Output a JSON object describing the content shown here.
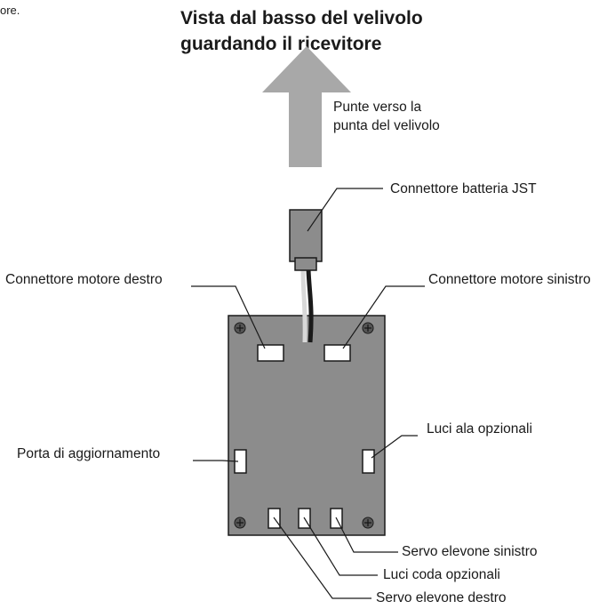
{
  "stub_text": "ore.",
  "title": {
    "line1": "Vista dal basso del velivolo",
    "line2": "guardando il ricevitore"
  },
  "arrow_note": {
    "line1": "Punte verso la",
    "line2": "punta del velivolo"
  },
  "labels": {
    "battery": "Connettore batteria JST",
    "motor_right": "Connettore motore destro",
    "motor_left": "Connettore motore sinistro",
    "update_port": "Porta di aggiornamento",
    "wing_lights": "Luci ala opzionali",
    "servo_left": "Servo elevone sinistro",
    "tail_lights": "Luci coda opzionali",
    "servo_right": "Servo elevone destro"
  },
  "colors": {
    "board": "#8c8c8c",
    "arrow": "#a8a8a8",
    "line": "#1a1a1a"
  }
}
